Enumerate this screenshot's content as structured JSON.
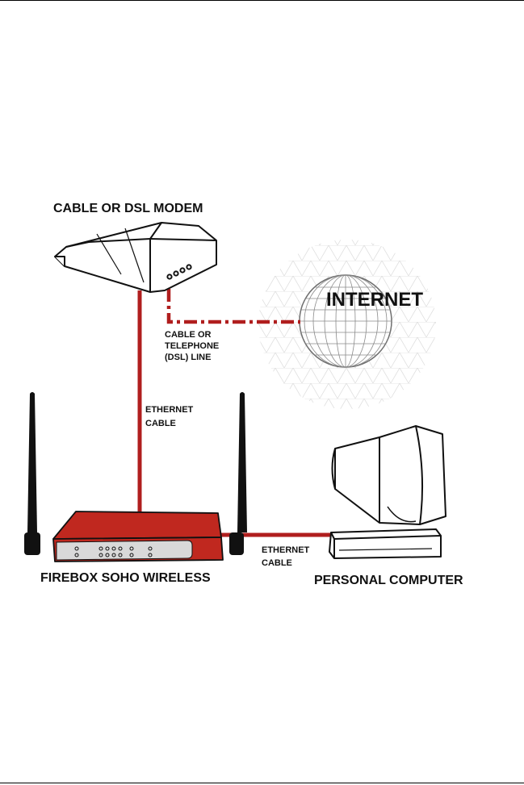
{
  "labels": {
    "modem": "CABLE OR DSL MODEM",
    "internet": "INTERNET",
    "line1": "CABLE OR",
    "line2": "TELEPHONE",
    "line3": "(DSL) LINE",
    "eth1_a": "ETHERNET",
    "eth1_b": "CABLE",
    "eth2_a": "ETHERNET",
    "eth2_b": "CABLE",
    "firebox": "FIREBOX SOHO WIRELESS",
    "pc": "PERSONAL COMPUTER"
  },
  "colors": {
    "cable": "#b01e1e",
    "firebox_body": "#c0281f",
    "firebox_panel": "#d9d9d9",
    "globe_grid": "#d6d6d6",
    "globe_lines": "#8a8a8a"
  }
}
